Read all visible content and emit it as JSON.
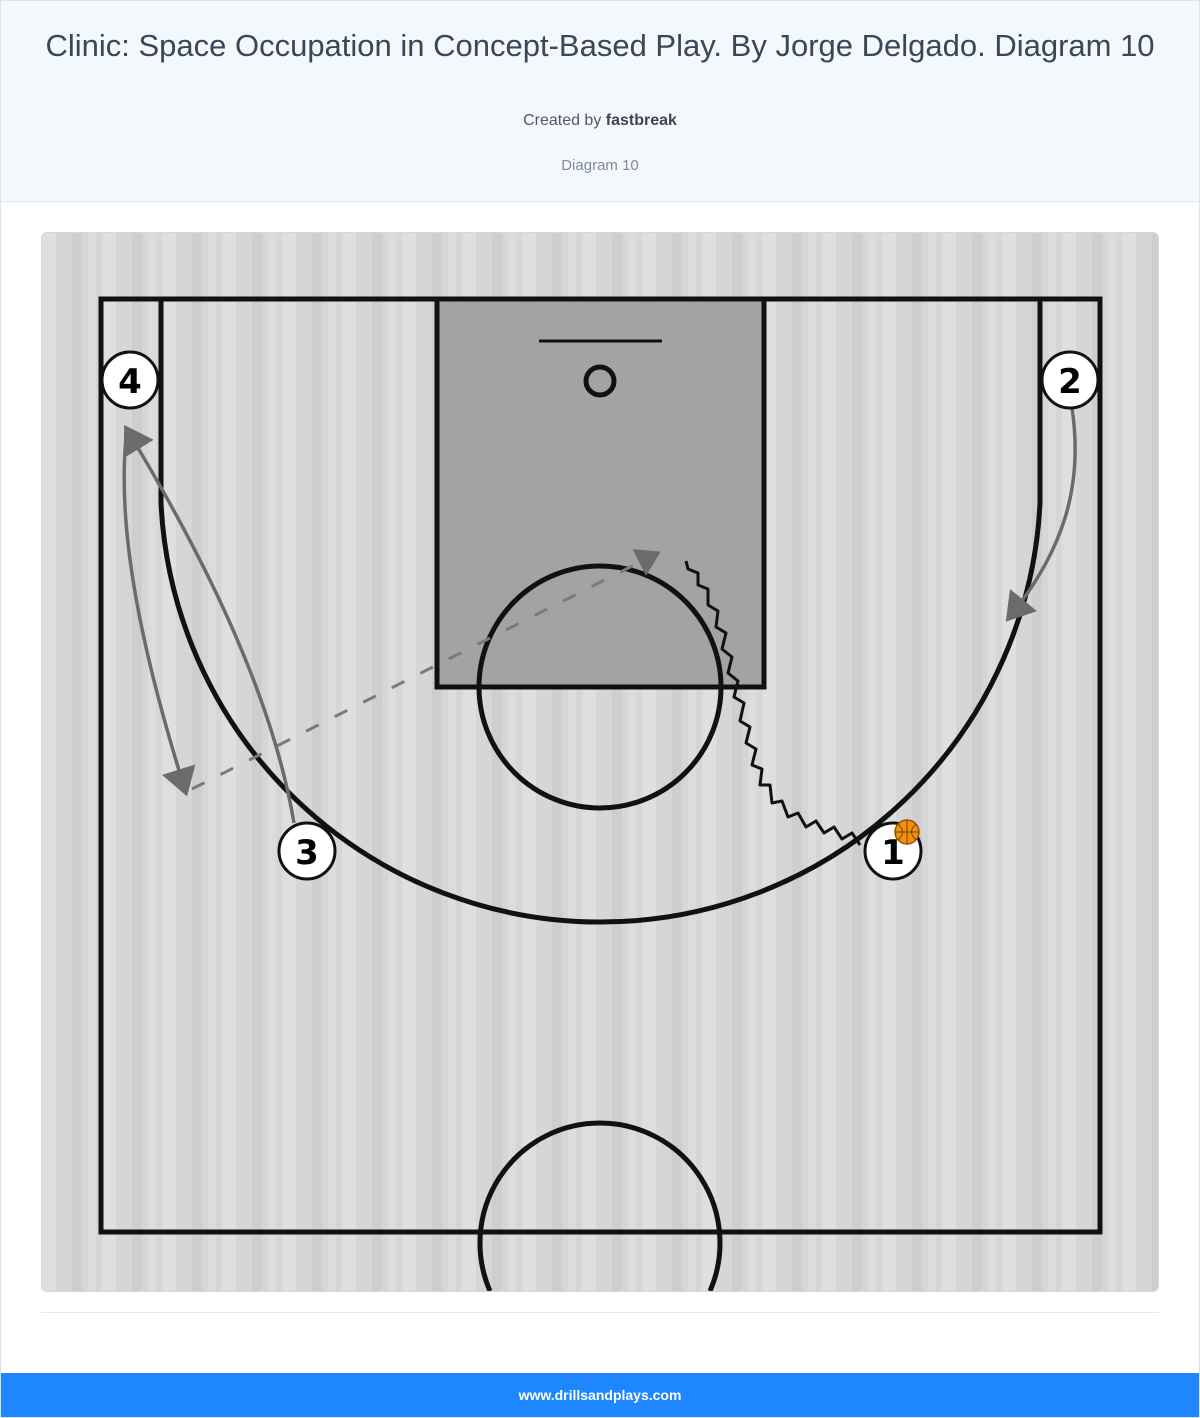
{
  "page": {
    "title": "Clinic: Space Occupation in Concept-Based Play. By Jorge Delgado. Diagram 10",
    "created_by_prefix": "Created by",
    "author": "fastbreak",
    "caption": "Diagram 10"
  },
  "diagram": {
    "players": [
      {
        "id": "player-1",
        "label": "1",
        "has_ball": true
      },
      {
        "id": "player-2",
        "label": "2",
        "has_ball": false
      },
      {
        "id": "player-3",
        "label": "3",
        "has_ball": false
      },
      {
        "id": "player-4",
        "label": "4",
        "has_ball": false
      }
    ],
    "actions": [
      {
        "type": "dribble",
        "player": "1"
      },
      {
        "type": "cut",
        "player": "2"
      },
      {
        "type": "cut",
        "player": "3"
      },
      {
        "type": "cut",
        "player": "4"
      },
      {
        "type": "pass",
        "from": "4"
      }
    ],
    "colors": {
      "court_floor": "#c9c9c9",
      "paint": "#a3a3a3",
      "lines": "#111111",
      "movement_arrows": "#6b6b6b",
      "ball": "#f0920f"
    }
  },
  "footer": {
    "site": "www.drillsandplays.com"
  }
}
